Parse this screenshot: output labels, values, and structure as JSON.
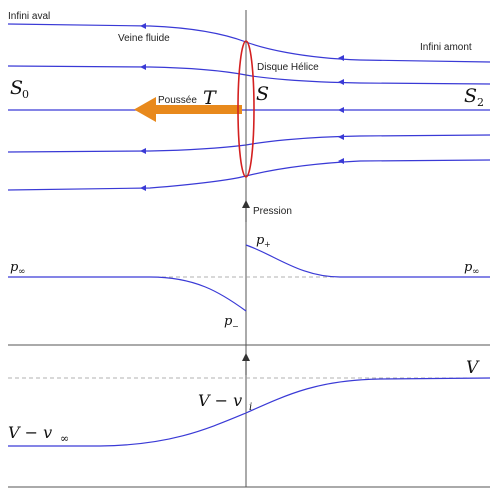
{
  "labels": {
    "infini_aval": "Infini aval",
    "veine_fluide": "Veine fluide",
    "infini_amont": "Infini amont",
    "disque_helice": "Disque Hélice",
    "s0": "S",
    "s0_sub": "0",
    "s": "S",
    "s2": "S",
    "s2_sub": "2",
    "poussee": "Poussée",
    "t": "T",
    "pression": "Pression",
    "p_plus": "p",
    "p_plus_sub": "+",
    "p_minus": "p",
    "p_minus_sub": "−",
    "p_inf_left": "p",
    "p_inf_left_sub": "∞",
    "p_inf_right": "p",
    "p_inf_right_sub": "∞",
    "v_right": "V",
    "v_minus_vi": "V − v",
    "v_minus_vi_sub": "i",
    "v_minus_vinf": "V − v",
    "v_minus_vinf_sub": "∞"
  },
  "colors": {
    "streamline": "#3a3ad6",
    "disk": "#d42020",
    "thrust_arrow": "#e8891c",
    "axis": "#555555"
  }
}
